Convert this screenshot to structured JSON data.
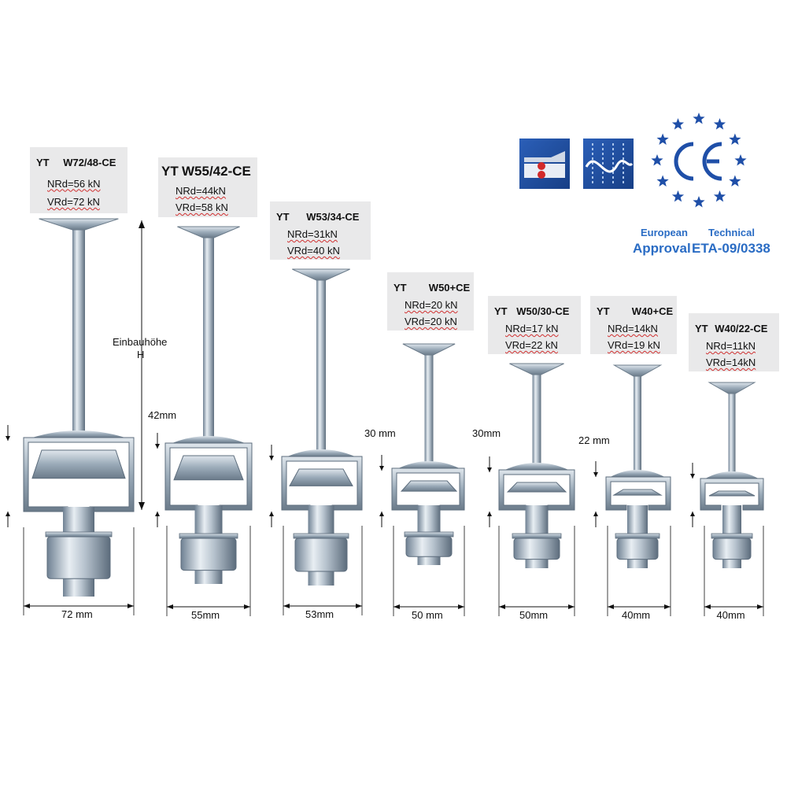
{
  "anchors": [
    {
      "prefix": "YT",
      "model": "W72/48-CE",
      "nrd": "NRd=56  kN",
      "vrd": "VRd=72  kN",
      "width_label": "72 mm",
      "gap_label": ""
    },
    {
      "prefix": "YT",
      "model": "W55/42-CE",
      "nrd": "NRd=44kN",
      "vrd": "VRd=58  kN",
      "width_label": "55mm",
      "gap_label": "42mm"
    },
    {
      "prefix": "YT",
      "model": "W53/34-CE",
      "nrd": "NRd=31kN",
      "vrd": "VRd=40  kN",
      "width_label": "53mm",
      "gap_label": ""
    },
    {
      "prefix": "YT",
      "model": "W50+CE",
      "nrd": "NRd=20  kN",
      "vrd": "VRd=20  kN",
      "width_label": "50  mm",
      "gap_label": "30 mm"
    },
    {
      "prefix": "YT",
      "model": "W50/30-CE",
      "nrd": "NRd=17  kN",
      "vrd": "VRd=22  kN",
      "width_label": "50mm",
      "gap_label": "30mm"
    },
    {
      "prefix": "YT",
      "model": "W40+CE",
      "nrd": "NRd=14kN",
      "vrd": "VRd=19  kN",
      "width_label": "40mm",
      "gap_label": "22 mm"
    },
    {
      "prefix": "YT",
      "model": "W40/22-CE",
      "nrd": "NRd=11kN",
      "vrd": "VRd=14kN",
      "width_label": "40mm",
      "gap_label": ""
    }
  ],
  "height_label_line1": "Einbauhöhe",
  "height_label_line2": "H",
  "approval": {
    "line1_left": "European",
    "line1_right": "Technical",
    "line2_left": "Approval",
    "line2_right": "ETA-09/0338"
  },
  "logos": {
    "ce_mark": "CE",
    "icon_fire": "fire-resistance-icon",
    "icon_seismic": "seismic-icon",
    "star_color": "#1f4fa8",
    "accent_color": "#2a6cc4"
  }
}
